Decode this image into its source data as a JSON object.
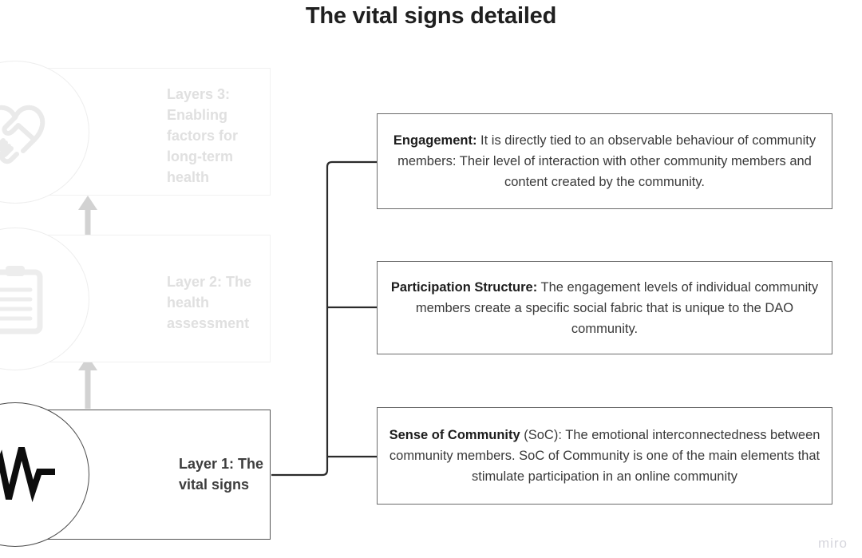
{
  "title": "The vital signs detailed",
  "watermark": "miro",
  "colors": {
    "active_stroke": "#4a4a4a",
    "faded_stroke": "#ededed",
    "box_stroke": "#6b6b6b",
    "text_dark": "#3a3a3a",
    "text_faded": "#e0e0e0",
    "arrow": "#d0d0d0",
    "watermark": "#d6d6dd"
  },
  "layers": [
    {
      "id": "layer-3",
      "label": "Layers 3: Enabling factors for long-term health",
      "icon": "handshake-heart-icon",
      "state": "faded"
    },
    {
      "id": "layer-2",
      "label": "Layer 2: The health assessment",
      "icon": "clipboard-icon",
      "state": "faded"
    },
    {
      "id": "layer-1",
      "label": "Layer 1: The vital signs",
      "icon": "heartbeat-icon",
      "state": "active"
    }
  ],
  "details": [
    {
      "id": "engagement",
      "lead": "Engagement:",
      "body": " It is directly tied to an observable behaviour of community members: Their level of interaction with other community members and content created by the community."
    },
    {
      "id": "participation-structure",
      "lead": "Participation Structure:",
      "body": " The engagement levels of individual community members create a specific social fabric that is unique to the DAO community."
    },
    {
      "id": "sense-of-community",
      "lead": "Sense of Community",
      "body": " (SoC): The emotional interconnectedness between community members. SoC of Community is one of the main elements that stimulate participation in an online community"
    }
  ]
}
